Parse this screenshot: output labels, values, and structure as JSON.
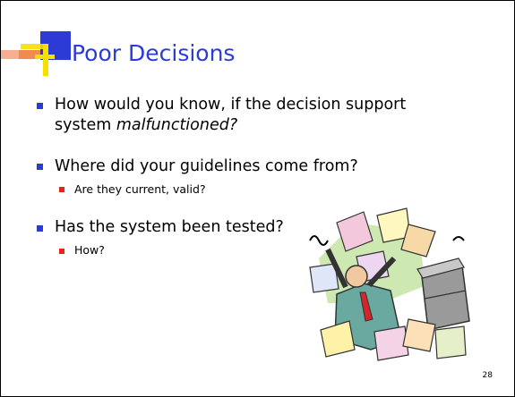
{
  "slide": {
    "title": "Poor Decisions",
    "bullets": [
      {
        "text_line1": "How would you know, if the decision support",
        "text_line2_prefix": "system ",
        "text_line2_emphasis": "malfunctioned?"
      },
      {
        "text": "Where did your guidelines come from?",
        "sub": [
          "Are they current, valid?"
        ]
      },
      {
        "text": "Has the system been tested?",
        "sub": [
          "How?"
        ]
      }
    ],
    "page_number": "28",
    "clipart_icon": "overwhelmed-person-papers-clipart",
    "colors": {
      "title": "#2d3bd6",
      "bullet_level1": "#2d3bd6",
      "bullet_level2": "#e8231a",
      "accent_yellow": "#f5e000",
      "accent_orange": "#f08a50"
    }
  }
}
